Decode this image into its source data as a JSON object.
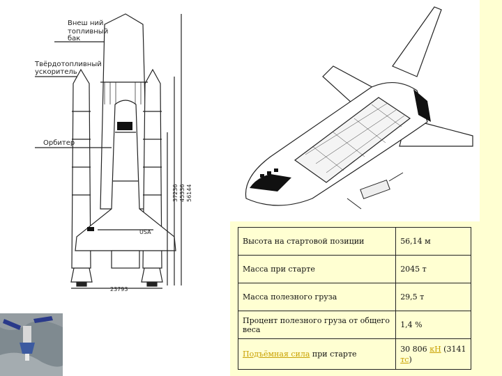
{
  "diagram": {
    "label_tank": "Внешний топливный бак",
    "label_tank_lines": [
      "Внеш ний",
      "топливный",
      "бак"
    ],
    "label_booster_lines": [
      "Твёрдотопливный",
      "ускоритель"
    ],
    "label_orbiter": "Орбитер",
    "usa": "USA",
    "dim_width": "23793",
    "dim_heights": [
      "37236",
      "45336",
      "56144"
    ]
  },
  "specs": {
    "rows": [
      {
        "key": "Высота на стартовой позиции",
        "value": "56,14 м"
      },
      {
        "key": "Масса при старте",
        "value": "2045 т"
      },
      {
        "key": "Масса полезного груза",
        "value": "29,5 т"
      },
      {
        "key": "Процент полезного груза от общего веса",
        "value": "1,4 %"
      }
    ],
    "thrust_link": "Подъёмная сила",
    "thrust_suffix": " при старте",
    "thrust_value_1": "30 806 ",
    "thrust_unit_1": "кН",
    "thrust_value_2": " (3141",
    "thrust_unit_2": "тс",
    "thrust_value_3": ")"
  }
}
